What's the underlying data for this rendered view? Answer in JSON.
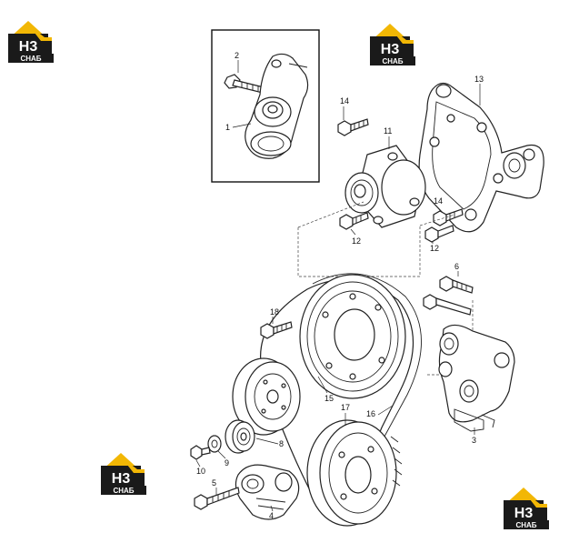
{
  "logo": {
    "mark": "Н3",
    "word": "СНАБ",
    "colors": {
      "roof": "#f2b705",
      "block": "#1a1a1a",
      "accent": "#f2b705",
      "text": "#ffffff"
    }
  },
  "callouts": {
    "c1": "1",
    "c2": "2",
    "c3": "3",
    "c4": "4",
    "c5": "5",
    "c6": "6",
    "c7": "7",
    "c8": "8",
    "c9": "9",
    "c10": "10",
    "c11": "11",
    "c12a": "12",
    "c12b": "12",
    "c13": "13",
    "c14a": "14",
    "c14b": "14",
    "c15": "15",
    "c16": "16",
    "c17": "17",
    "c18": "18"
  }
}
